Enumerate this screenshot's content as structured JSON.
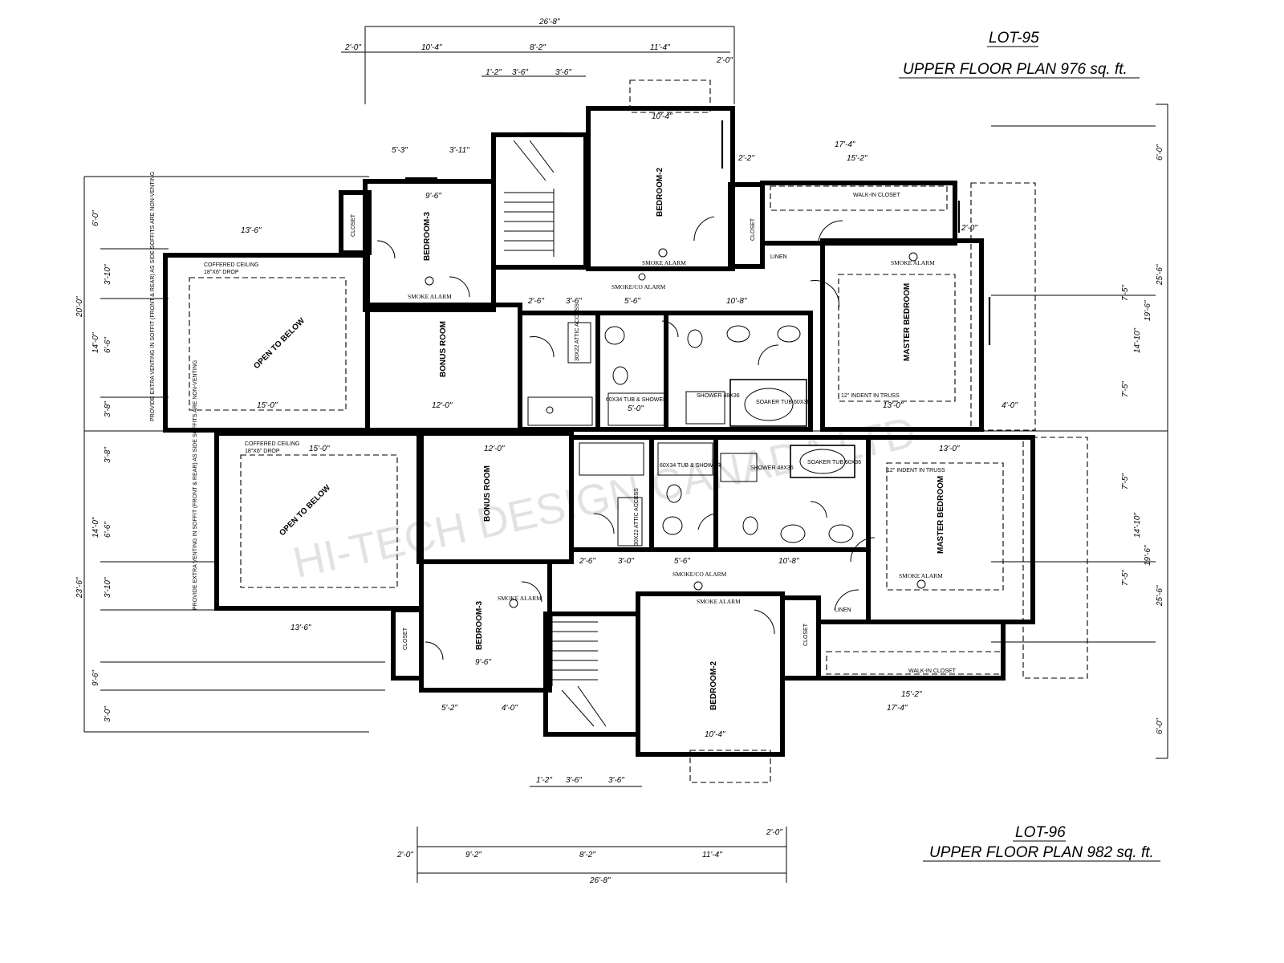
{
  "title_lot95": {
    "lot": "LOT-95",
    "plan": "UPPER FLOOR PLAN 976 sq. ft."
  },
  "title_lot96": {
    "lot": "LOT-96",
    "plan": "UPPER FLOOR PLAN 982 sq. ft."
  },
  "watermark": "HI-TECH DESIGN CANADA LTD",
  "rooms_lot95": {
    "bedroom2": "BEDROOM-2",
    "bedroom3": "BEDROOM-3",
    "bonus": "BONUS ROOM",
    "master": "MASTER BEDROOM",
    "open": "OPEN TO BELOW",
    "walkin": "WALK-IN CLOSET",
    "closet": "CLOSET",
    "closet2": "CLOSET",
    "linen": "LINEN",
    "coffered": "COFFERED CEILING",
    "drop": "18\"X6\" DROP",
    "indent": "12\" INDENT IN TRUSS",
    "attic": "30X22 ATTIC ACCESS",
    "tub": "60X34 TUB & SHOWER",
    "shower": "SHOWER 48X36",
    "soaker": "SOAKER TUB 60X36",
    "smoke1": "SMOKE ALARM",
    "smoke2": "SMOKE ALARM",
    "smoke3": "SMOKE ALARM",
    "smokeco": "SMOKE/CO ALARM",
    "venting": "PROVIDE EXTRA VENTING IN SOFFIT (FRONT & REAR) AS SIDE SOFFITS ARE NON-VENTING"
  },
  "rooms_lot96": {
    "bedroom2": "BEDROOM-2",
    "bedroom3": "BEDROOM-3",
    "bonus": "BONUS ROOM",
    "master": "MASTER BEDROOM",
    "open": "OPEN TO BELOW",
    "walkin": "WALK-IN CLOSET",
    "closet": "CLOSET",
    "closet2": "CLOSET",
    "linen": "LINEN",
    "coffered": "COFFERED CEILING",
    "drop": "18\"X6\" DROP",
    "indent": "12\" INDENT IN TRUSS",
    "attic": "30X22 ATTIC ACCESS",
    "tub": "60X34 TUB & SHOWER",
    "shower": "SHOWER 48X36",
    "soaker": "SOAKER TUB 60X36",
    "smoke1": "SMOKE ALARM",
    "smoke2": "SMOKE ALARM",
    "smoke3": "SMOKE ALARM",
    "smokeco": "SMOKE/CO ALARM",
    "venting": "PROVIDE EXTRA VENTING IN SOFFIT (FRONT & REAR) AS SIDE SOFFITS ARE NON-VENTING"
  },
  "dims_top": {
    "overall": "26'-8\"",
    "d1": "2'-0\"",
    "d2": "10'-4\"",
    "d3": "8'-2\"",
    "d4": "11'-4\"",
    "d5": "2'-0\"",
    "s1": "1'-2\"",
    "s2": "3'-6\"",
    "s3": "3'-6\"",
    "r1": "5'-3\"",
    "r2": "3'-11\"",
    "bed2w": "10'-4\"",
    "mst1": "17'-4\"",
    "mst2": "15'-2\"",
    "b3w": "9'-6\"",
    "open1": "13'-6\"",
    "open2": "15'-0\"",
    "bonus": "12'-0\"",
    "mst3": "13'-0\"",
    "a1": "2'-6\"",
    "a2": "3'-6\"",
    "a3": "5'-6\"",
    "a4": "10'-8\"",
    "a5": "5'-0\"",
    "c1": "2'-0\"",
    "c2": "2'-2\"",
    "c3": "4'-0\""
  },
  "dims_side_left": {
    "t1": "6'-0\"",
    "t2": "20'-0\"",
    "t3": "3'-10\"",
    "t4": "14'-0\"",
    "t5": "6'-6\"",
    "t6": "3'-8\"",
    "b1": "3'-8\"",
    "b2": "14'-0\"",
    "b3": "6'-6\"",
    "b4": "3'-10\"",
    "b5": "23'-6\"",
    "b6": "9'-6\"",
    "b7": "3'-0\""
  },
  "dims_side_right": {
    "t1": "6'-0\"",
    "t2": "25'-6\"",
    "t3": "19'-6\"",
    "t4": "7'-5\"",
    "t5": "14'-10\"",
    "t6": "7'-5\"",
    "b1": "7'-5\"",
    "b2": "14'-10\"",
    "b3": "19'-6\"",
    "b4": "7'-5\"",
    "b5": "25'-6\"",
    "b6": "6'-0\""
  },
  "dims_bottom": {
    "overall": "26'-8\"",
    "d1": "2'-0\"",
    "d2": "9'-2\"",
    "d3": "8'-2\"",
    "d4": "11'-4\"",
    "d5": "2'-0\"",
    "s1": "1'-2\"",
    "s2": "3'-6\"",
    "s3": "3'-6\"",
    "r1": "5'-2\"",
    "r2": "4'-0\"",
    "bed2w": "10'-4\"",
    "mst1": "17'-4\"",
    "mst2": "15'-2\"",
    "b3w": "9'-6\"",
    "open1": "13'-6\"",
    "open2": "15'-0\"",
    "bonus": "12'-0\"",
    "mst3": "13'-0\"",
    "a1": "2'-6\"",
    "a2": "3'-0\"",
    "a3": "5'-6\"",
    "a4": "10'-8\""
  }
}
